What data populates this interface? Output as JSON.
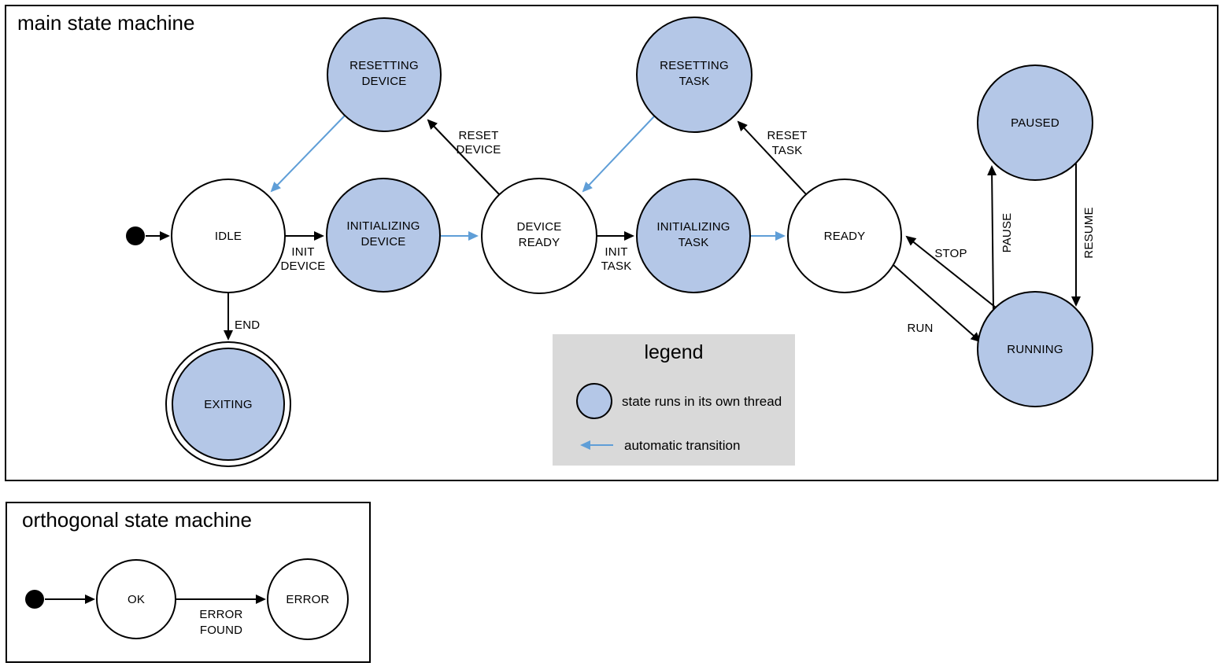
{
  "main_machine": {
    "title": "main state machine",
    "states": {
      "idle": "IDLE",
      "resetting_device": [
        "RESETTING",
        "DEVICE"
      ],
      "initializing_device": [
        "INITIALIZING",
        "DEVICE"
      ],
      "device_ready": [
        "DEVICE",
        "READY"
      ],
      "resetting_task": [
        "RESETTING",
        "TASK"
      ],
      "initializing_task": [
        "INITIALIZING",
        "TASK"
      ],
      "ready": "READY",
      "paused": "PAUSED",
      "running": "RUNNING",
      "exiting": "EXITING"
    },
    "transitions": {
      "init_device": [
        "INIT",
        "DEVICE"
      ],
      "reset_device": [
        "RESET",
        "DEVICE"
      ],
      "init_task": [
        "INIT",
        "TASK"
      ],
      "reset_task": [
        "RESET",
        "TASK"
      ],
      "end": "END",
      "run": "RUN",
      "stop": "STOP",
      "pause": "PAUSE",
      "resume": "RESUME"
    }
  },
  "legend": {
    "title": "legend",
    "thread_item": "state runs in its own thread",
    "auto_item": "automatic transition"
  },
  "orthogonal_machine": {
    "title": "orthogonal state machine",
    "states": {
      "ok": "OK",
      "error": "ERROR"
    },
    "transitions": {
      "error_found": [
        "ERROR",
        "FOUND"
      ]
    }
  },
  "colors": {
    "thread_state_fill": "#b4c7e7",
    "plain_state_fill": "#ffffff",
    "auto_transition": "#5f9ed7",
    "legend_bg": "#d9d9d9",
    "outline": "#000000"
  }
}
